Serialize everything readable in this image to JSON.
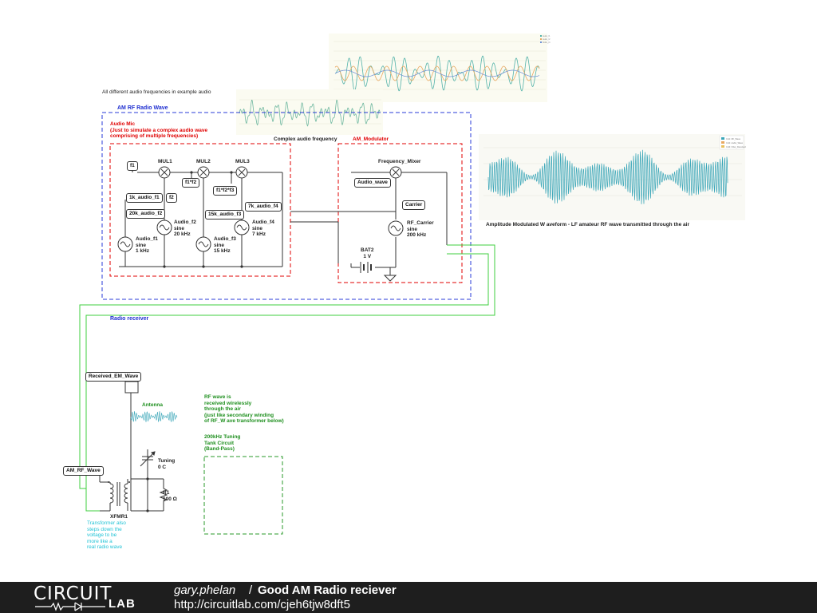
{
  "labels": {
    "audio_freq_note": "All different audio frequencies in example audio",
    "am_rf_wave": "AM RF Radio Wave",
    "audio_mic": "Audio Mic\n(Just to simulate a complex audio wave\ncomprising of multiple frequencies)",
    "complex_audio": "Complex audio frequency",
    "am_modulator": "AM_Modulator",
    "mul1": "MUL1",
    "mul2": "MUL2",
    "mul3": "MUL3",
    "frequency_mixer": "Frequency_Mixer",
    "audio_f1": "Audio_f1\nsine\n1 kHz",
    "audio_f2": "Audio_f2\nsine\n20 kHz",
    "audio_f3": "Audio_f3\nsine\n15 kHz",
    "audio_f4": "Audio_f4\nsine\n7 kHz",
    "rf_carrier": "RF_Carrier\nsine\n200 kHz",
    "bat2": "BAT2\n1 V",
    "am_waveform_caption": "Amplitude Modulated W aveform - LF amateur RF wave transmitted through the air",
    "radio_receiver": "Radio receiver",
    "antenna": "Antenna",
    "tuning": "Tuning\n0 C",
    "r1": "R1\n100 Ω",
    "xfmr1": "XFMR1",
    "transformer_note": "Transformer also\nsteps down the\nvoltage to be\nmore like a\nreal radio wave",
    "rf_received_note": "RF wave is\nreceived wirelessly\nthrough the air\n(just like secondary winding\nof RF_W ave transformer below)",
    "tank_note": "200kHz Tuning\nTank Circuit\n(Band-Pass)"
  },
  "tags": {
    "f1": "f1",
    "f2": "f2",
    "f1f2": "f1*f2",
    "f1f2f3": "f1*f2*f3",
    "k1": "1k_audio_f1",
    "k20": "20k_audio_f2",
    "k15": "15k_audio_f3",
    "k7": "7k_audio_f4",
    "audio_wave": "Audio_wave",
    "carrier": "Carrier",
    "received_em_wave": "Received_EM_Wave",
    "am_rf_wave": "AM_RF_Wave"
  },
  "top_chart_legend": [
    "Audio_f1",
    "Audio_f2",
    "Audio_f4"
  ],
  "am_chart_legend": [
    "CH1: RF_Wave",
    "CH2: Audio_Wave",
    "CH3: Filter_Received"
  ],
  "footer": {
    "logo_top": "CIRCUIT",
    "logo_bottom": "LAB",
    "author": "gary.phelan",
    "separator": "/",
    "title": "Good AM Radio reciever",
    "url": "http://circuitlab.com/cjeh6tjw8dft5"
  },
  "colors": {
    "red_box": "#e00000",
    "blue_box": "#2a3bd8",
    "green_wire": "#3fcf3f",
    "wave_teal": "#3aa6b8",
    "wave_orange": "#e8a860",
    "footer_bg": "#1e1e1e"
  }
}
